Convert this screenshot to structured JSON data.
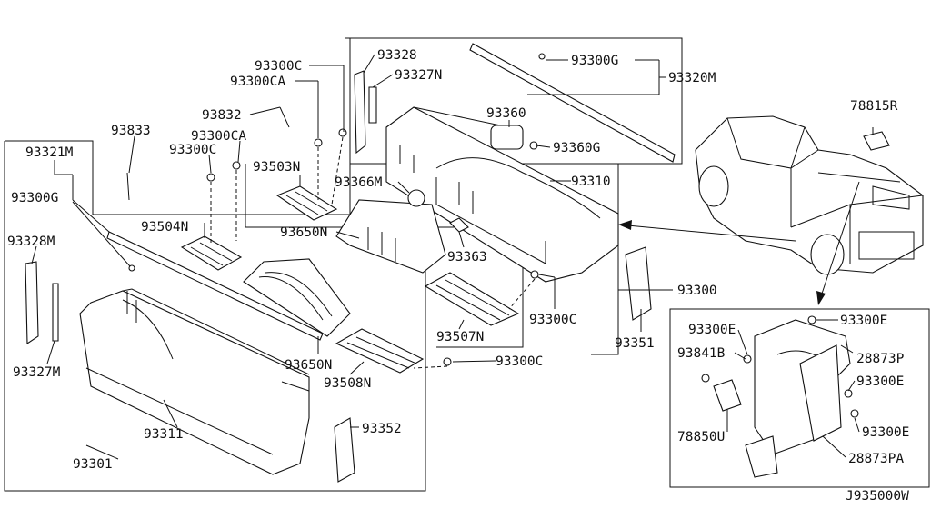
{
  "diagram_code": "J935000W",
  "parts": {
    "p93328_top": "93328",
    "p93300C_top": "93300C",
    "p93327N": "93327N",
    "p93300CA_top": "93300CA",
    "p93832": "93832",
    "p93833": "93833",
    "p93300CA_mid": "93300CA",
    "p93300C_mid": "93300C",
    "p93321M": "93321M",
    "p93300G_left": "93300G",
    "p93328M": "93328M",
    "p93327M": "93327M",
    "p93503N": "93503N",
    "p93504N": "93504N",
    "p93366M": "93366M",
    "p93650N_a": "93650N",
    "p93650N_b": "93650N",
    "p93363": "93363",
    "p93507N": "93507N",
    "p93300C_r1": "93300C",
    "p93300C_r2": "93300C",
    "p93508N": "93508N",
    "p93311": "93311",
    "p93301": "93301",
    "p93352": "93352",
    "p93360": "93360",
    "p93360G": "93360G",
    "p93300G_top": "93300G",
    "p93320M": "93320M",
    "p93310": "93310",
    "p93300": "93300",
    "p93351": "93351",
    "p78815R": "78815R",
    "p93300E_1": "93300E",
    "p93300E_2": "93300E",
    "p93841B": "93841B",
    "p28873P": "28873P",
    "p93300E_3": "93300E",
    "p93300E_4": "93300E",
    "p78850U": "78850U",
    "p28873PA": "28873PA"
  }
}
